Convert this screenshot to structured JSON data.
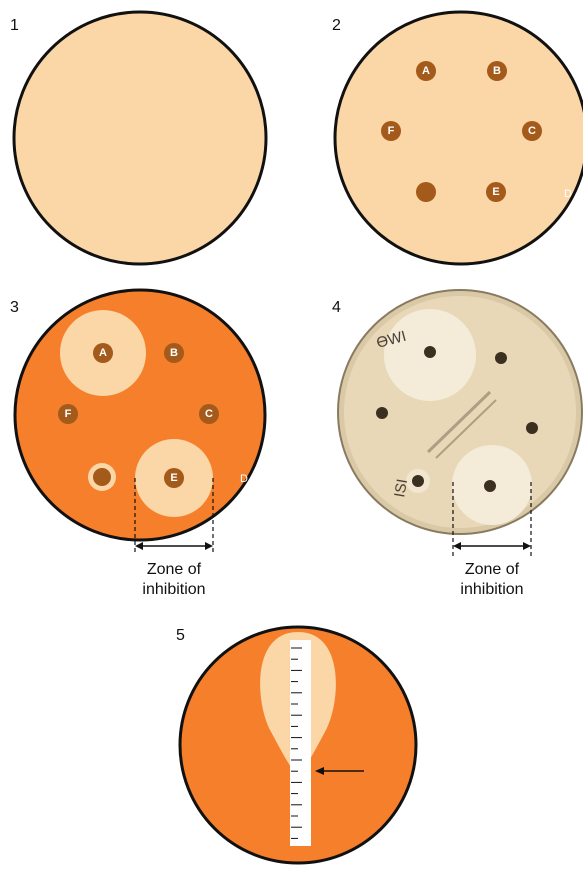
{
  "panels": [
    {
      "number": "1"
    },
    {
      "number": "2",
      "disks": [
        "A",
        "B",
        "C",
        "",
        "E",
        "F"
      ],
      "edge_label": "D"
    },
    {
      "number": "3",
      "disks": [
        "A",
        "B",
        "C",
        "",
        "E",
        "F"
      ],
      "edge_label": "D",
      "caption_line1": "Zone of",
      "caption_line2": "inhibition"
    },
    {
      "number": "4",
      "caption_line1": "Zone of",
      "caption_line2": "inhibition",
      "handwriting_1": "ƟWI",
      "handwriting_2": "ISI"
    },
    {
      "number": "5"
    }
  ],
  "colors": {
    "agar_plain": "#fbd6a6",
    "lawn": "#f57f2b",
    "zone": "#fbd6a6",
    "disk": "#a35a1a",
    "outline": "#111111",
    "photo_agar": "#e8d8b8",
    "photo_zone": "#f4ecd8",
    "ruler": "#ffffff"
  }
}
